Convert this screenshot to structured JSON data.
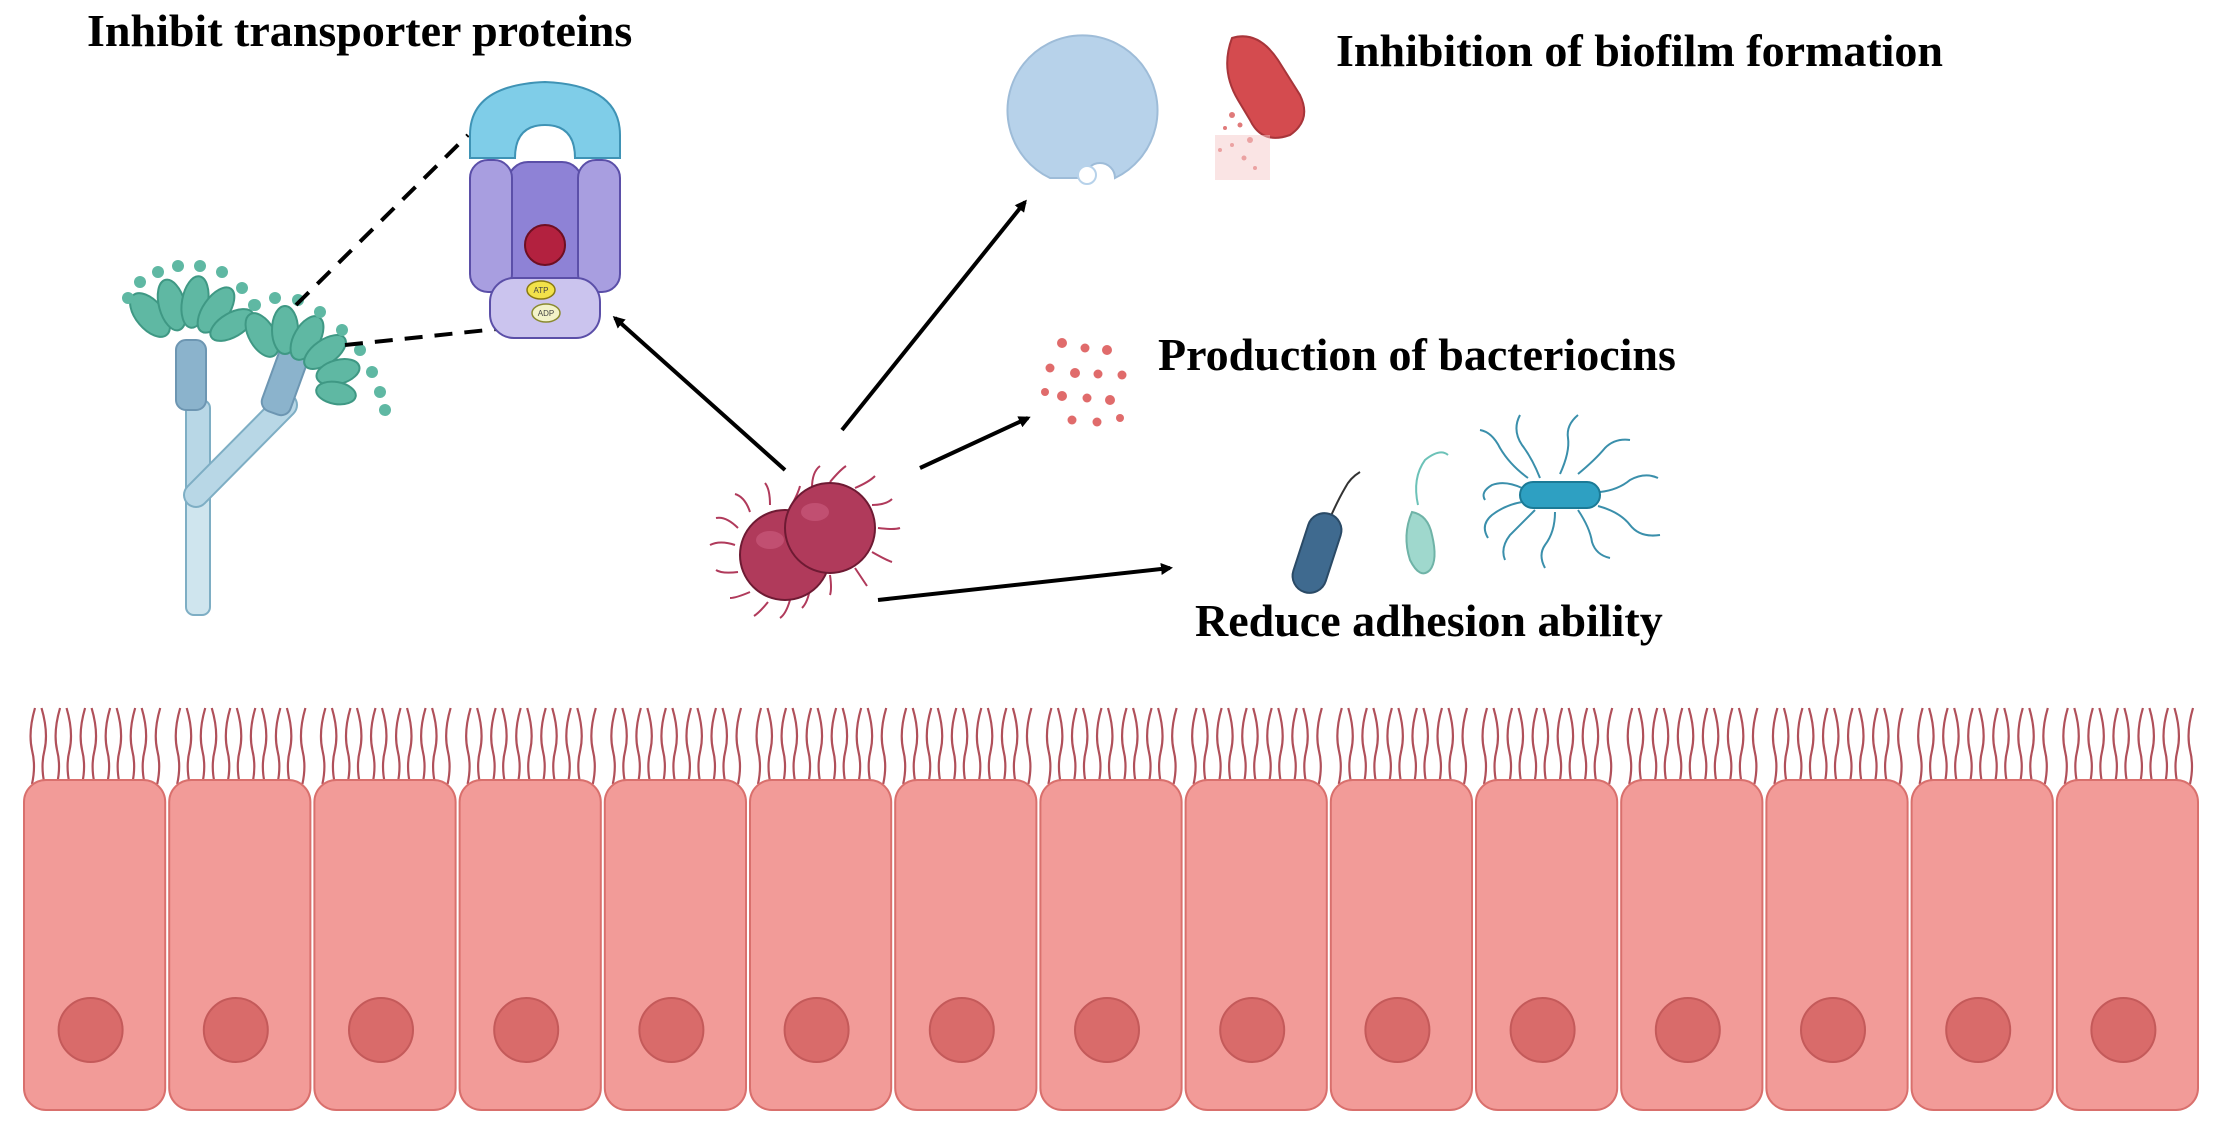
{
  "labels": {
    "transporter": "Inhibit transporter proteins",
    "biofilm": "Inhibition of biofilm formation",
    "bacteriocins": "Production of bacteriocins",
    "adhesion": "Reduce adhesion ability"
  },
  "atp_labels": {
    "atp": "ATP",
    "adp": "ADP"
  },
  "colors": {
    "cell_fill": "#f29b98",
    "cell_border": "#d9706d",
    "nucleus": "#d96b6a",
    "microvilli": "#b0505a",
    "probiotic": "#b03a5b",
    "fungus_body": "#b8d7e6",
    "fungus_spores": "#5fb8a3",
    "transporter_purple": "#a89ee0",
    "transporter_blue": "#7fcde8",
    "biofilm_blue": "#b7d2ea",
    "biofilm_red": "#d44b4f",
    "bacteriocin_dots": "#e06b6b"
  },
  "epithelium": {
    "cell_count": 15
  }
}
